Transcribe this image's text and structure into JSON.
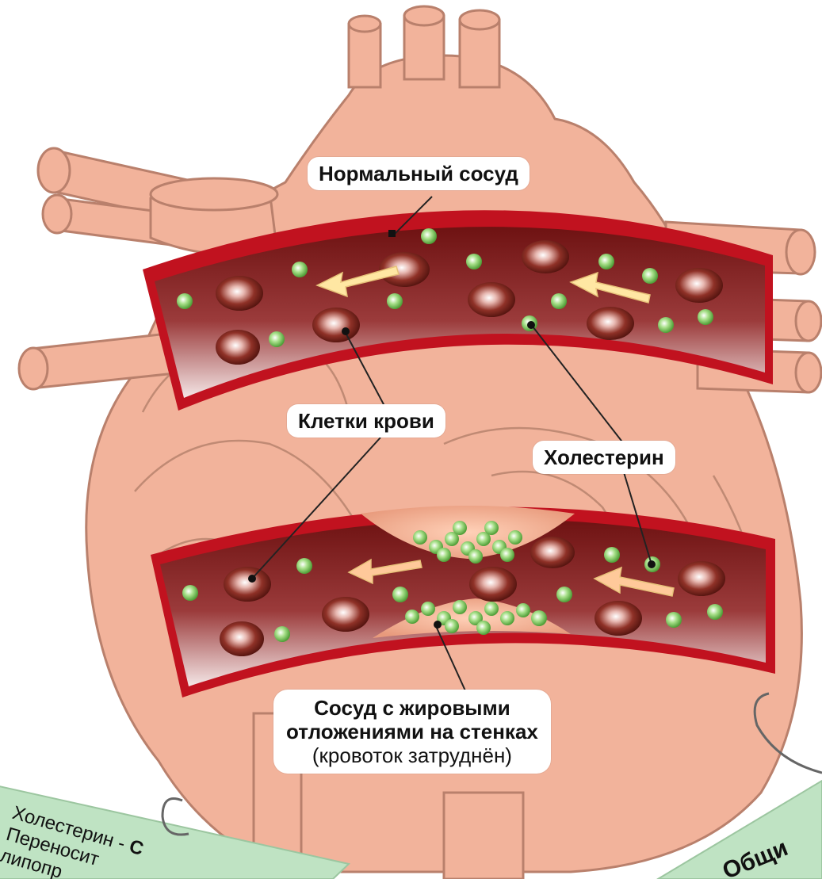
{
  "labels": {
    "normal_vessel": "Нормальный сосуд",
    "blood_cells": "Клетки крови",
    "cholesterol": "Холестерин",
    "fatty_vessel_title_line1": "Сосуд с жировыми",
    "fatty_vessel_title_line2": "отложениями на стенках",
    "fatty_vessel_note": "(кровоток затруднён)"
  },
  "cards": {
    "left_line1": "Холестерин - ",
    "left_line1_bold": "С",
    "left_line2": "Переносит",
    "left_line3": "липопр",
    "right_text": "Общи"
  },
  "colors": {
    "heart": "#f2b39b",
    "heart_outline": "#b9806c",
    "vessel_wall": "#c1121f",
    "vessel_lumen": "#7a1a1a",
    "blood_cell": "#8b2a24",
    "cholesterol": "#8fd36b",
    "arrow": "#ffe7a3",
    "card_green": "#bfe3c3"
  }
}
